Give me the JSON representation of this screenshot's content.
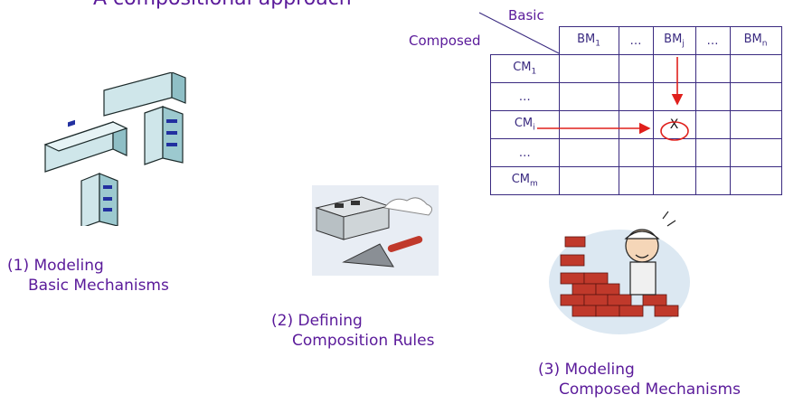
{
  "title": "A compositional approach",
  "matrix": {
    "corner_top": "Basic",
    "corner_left": "Composed",
    "col_headers": [
      {
        "main": "BM",
        "sub": "1"
      },
      {
        "main": "…",
        "sub": ""
      },
      {
        "main": "BM",
        "sub": "j"
      },
      {
        "main": "…",
        "sub": ""
      },
      {
        "main": "BM",
        "sub": "n"
      }
    ],
    "row_headers": [
      {
        "main": "CM",
        "sub": "1"
      },
      {
        "main": "…",
        "sub": ""
      },
      {
        "main": "CM",
        "sub": "i"
      },
      {
        "main": "…",
        "sub": ""
      },
      {
        "main": "CM",
        "sub": "m"
      }
    ],
    "mark": "X",
    "colors": {
      "grid": "#3a2a80",
      "arrow": "#e0201c"
    }
  },
  "steps": [
    {
      "line1": "(1) Modeling",
      "line2": "Basic Mechanisms"
    },
    {
      "line1": "(2) Defining",
      "line2": "Composition Rules"
    },
    {
      "line1": "(3) Modeling",
      "line2": "Composed Mechanisms"
    }
  ],
  "illustrations": [
    "blocks-clipart",
    "brick-trowel-clipart",
    "bricklayer-clipart"
  ]
}
